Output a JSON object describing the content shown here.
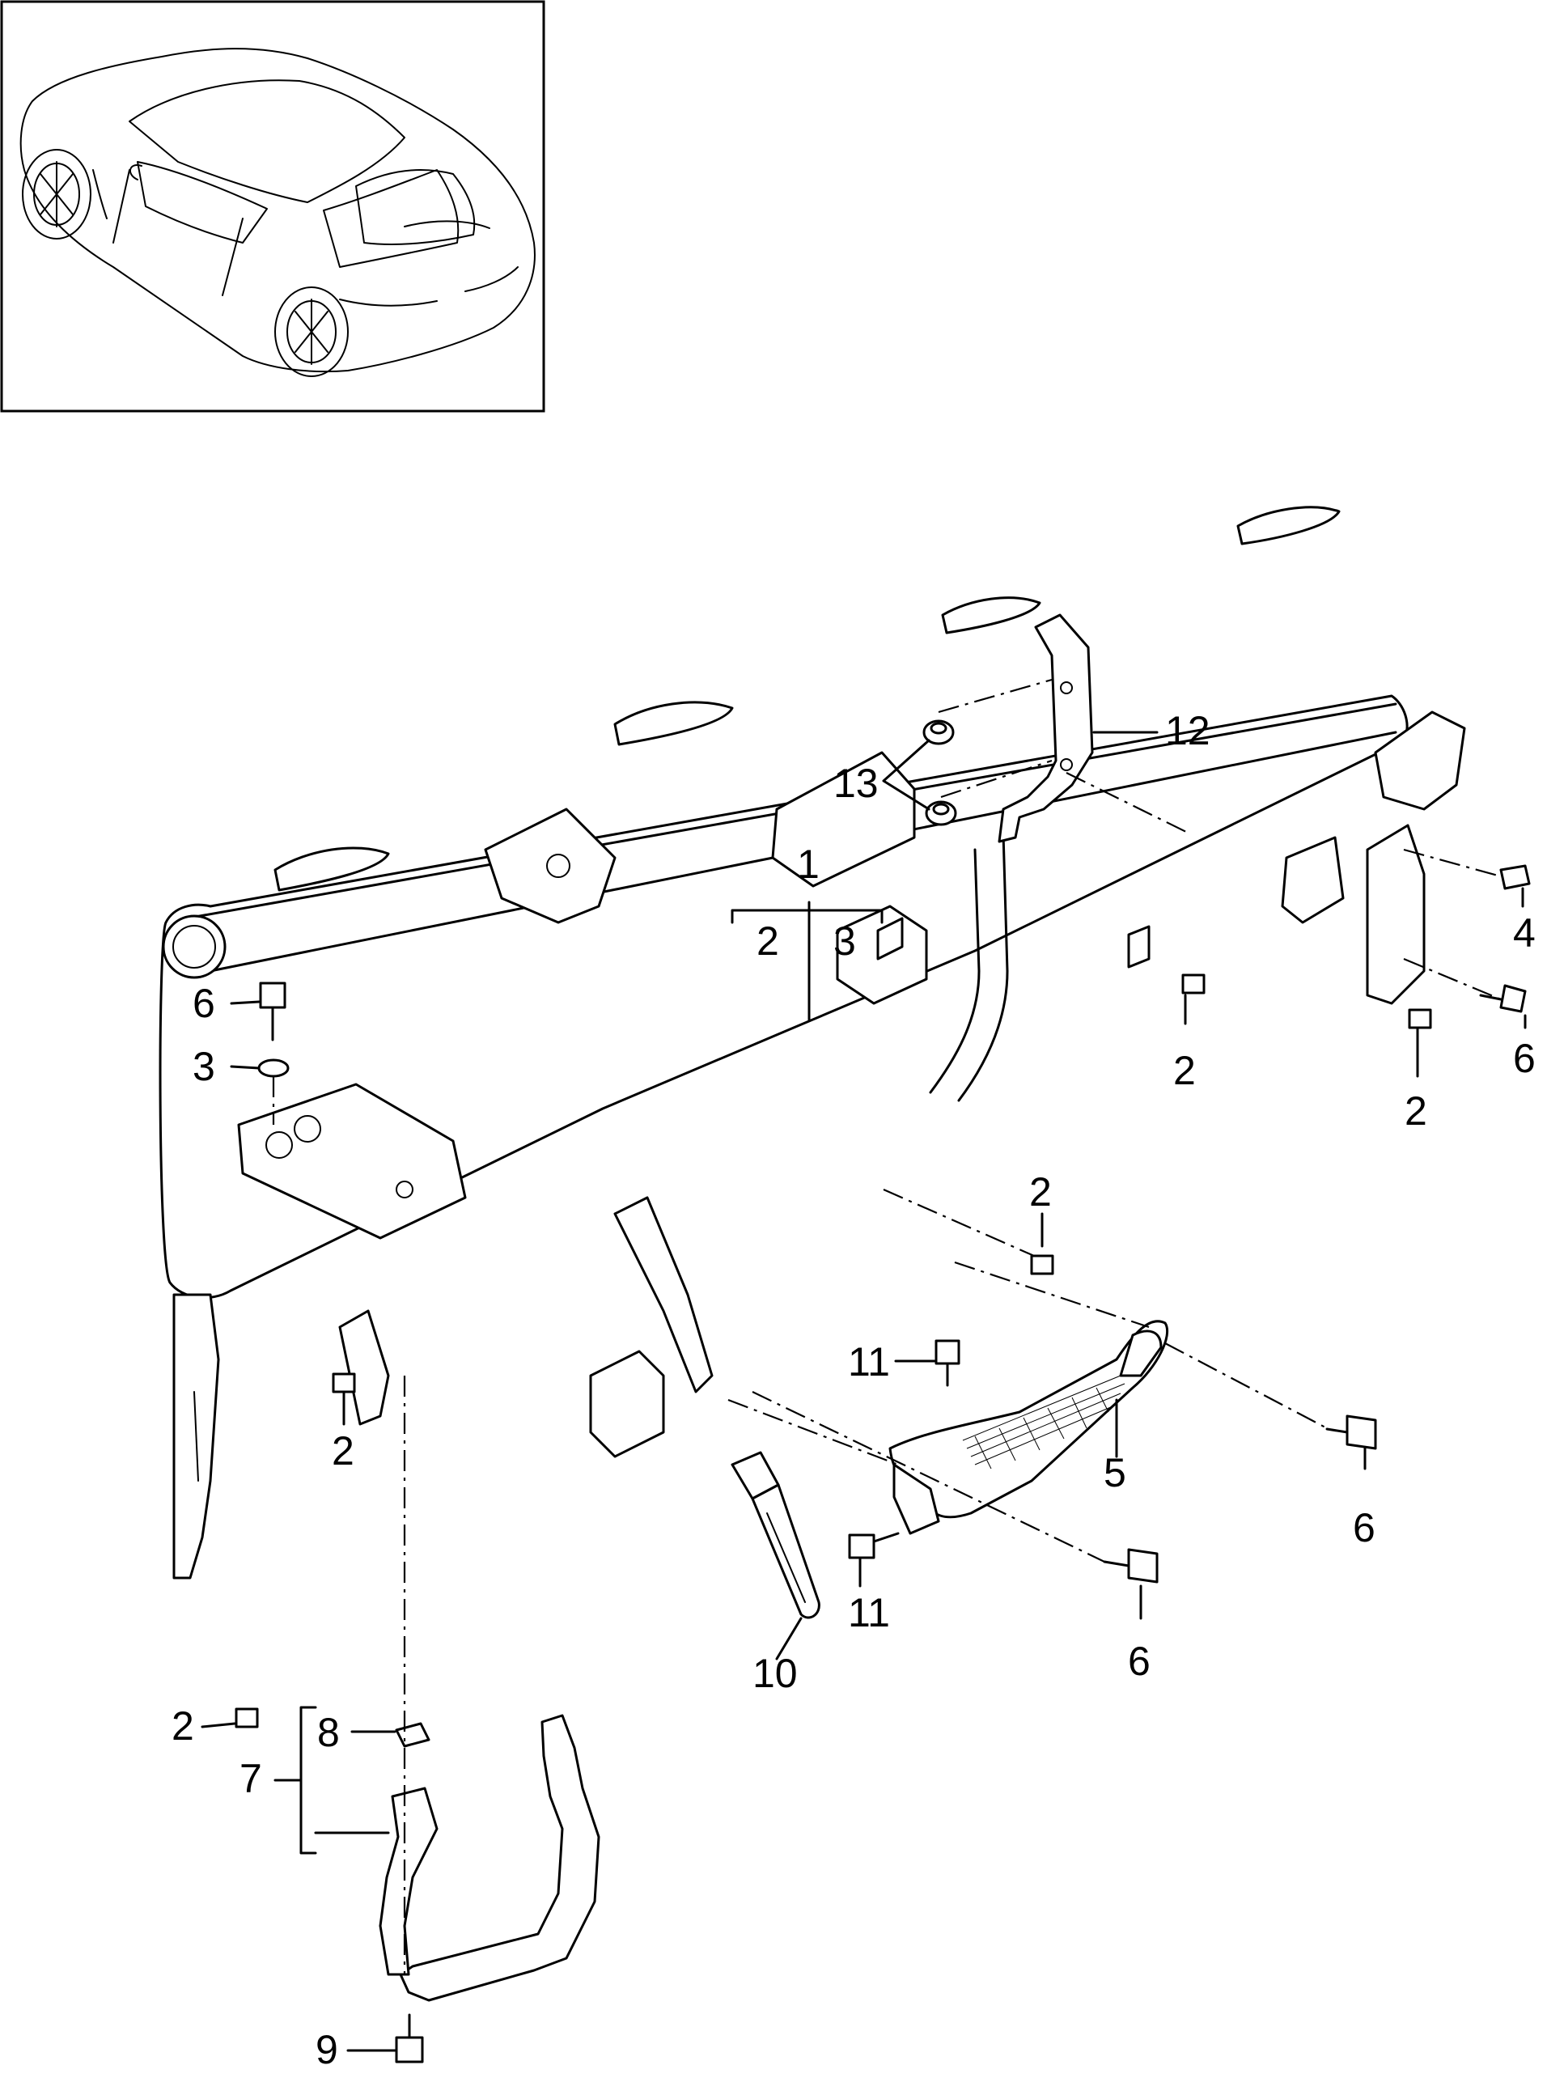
{
  "diagram": {
    "callouts": {
      "c1": "1",
      "c2_group": "2",
      "c3_group": "3",
      "c2_a": "2",
      "c2_b": "2",
      "c2_c": "2",
      "c2_d": "2",
      "c2_e": "2",
      "c3": "3",
      "c4": "4",
      "c5": "5",
      "c6_a": "6",
      "c6_b": "6",
      "c6_c": "6",
      "c6_d": "6",
      "c7": "7",
      "c8": "8",
      "c9": "9",
      "c10": "10",
      "c11_a": "11",
      "c11_b": "11",
      "c12": "12",
      "c13": "13"
    }
  }
}
